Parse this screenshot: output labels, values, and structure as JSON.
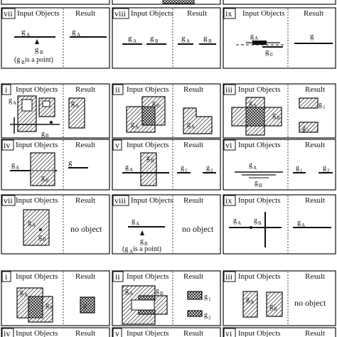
{
  "headers": {
    "input": "Input Objects",
    "result": "Result"
  },
  "labels": {
    "ga": "g",
    "gb": "g",
    "sub_a": "A",
    "sub_b": "B",
    "sub_0": "0",
    "sub_1": "1",
    "sub_2": "2",
    "g0": "g0",
    "g1": "g1",
    "g2": "g2"
  },
  "notes": {
    "point": "(g",
    "point_sub": "B",
    "point_tail": " is a point)"
  },
  "no_object": "no object",
  "row_top": {
    "cells": [
      {
        "roman": "vii",
        "note": "(gB is a point)"
      },
      {
        "roman": "viii"
      },
      {
        "roman": "ix"
      }
    ]
  },
  "row_mid1": {
    "cells": [
      {
        "roman": "i"
      },
      {
        "roman": "ii"
      },
      {
        "roman": "iii"
      }
    ]
  },
  "row_mid2": {
    "cells": [
      {
        "roman": "iv"
      },
      {
        "roman": "v"
      },
      {
        "roman": "vi"
      }
    ]
  },
  "row_mid3": {
    "cells": [
      {
        "roman": "vii"
      },
      {
        "roman": "viii"
      },
      {
        "roman": "ix"
      }
    ]
  },
  "row_bot1": {
    "cells": [
      {
        "roman": "i"
      },
      {
        "roman": "ii"
      },
      {
        "roman": "iii"
      }
    ]
  },
  "row_bot2": {
    "cells": [
      {
        "roman": "iv"
      },
      {
        "roman": "v"
      },
      {
        "roman": "vi"
      }
    ]
  }
}
